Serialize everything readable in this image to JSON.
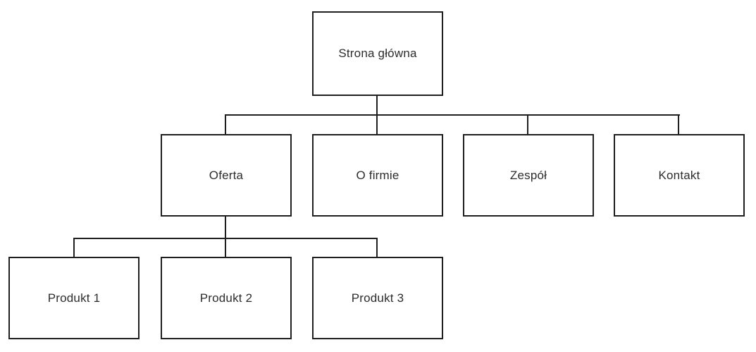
{
  "diagram": {
    "type": "sitemap-tree",
    "nodes": [
      {
        "id": "strona-glowna",
        "label": "Strona główna",
        "level": 1,
        "parent": null
      },
      {
        "id": "oferta",
        "label": "Oferta",
        "level": 2,
        "parent": "strona-glowna"
      },
      {
        "id": "o-firmie",
        "label": "O firmie",
        "level": 2,
        "parent": "strona-glowna"
      },
      {
        "id": "zespol",
        "label": "Zespół",
        "level": 2,
        "parent": "strona-glowna"
      },
      {
        "id": "kontakt",
        "label": "Kontakt",
        "level": 2,
        "parent": "strona-glowna"
      },
      {
        "id": "produkt-1",
        "label": "Produkt 1",
        "level": 3,
        "parent": "oferta"
      },
      {
        "id": "produkt-2",
        "label": "Produkt 2",
        "level": 3,
        "parent": "oferta"
      },
      {
        "id": "produkt-3",
        "label": "Produkt 3",
        "level": 3,
        "parent": "oferta"
      }
    ],
    "edges": [
      {
        "from": "strona-glowna",
        "to": "oferta"
      },
      {
        "from": "strona-glowna",
        "to": "o-firmie"
      },
      {
        "from": "strona-glowna",
        "to": "zespol"
      },
      {
        "from": "strona-glowna",
        "to": "kontakt"
      },
      {
        "from": "oferta",
        "to": "produkt-1"
      },
      {
        "from": "oferta",
        "to": "produkt-2"
      },
      {
        "from": "oferta",
        "to": "produkt-3"
      }
    ],
    "colors": {
      "node_background": "#ffffff",
      "node_border": "#1f1f1f",
      "connector": "#1f1f1f",
      "text": "#2d2d2d",
      "canvas_background": "#ffffff"
    }
  }
}
